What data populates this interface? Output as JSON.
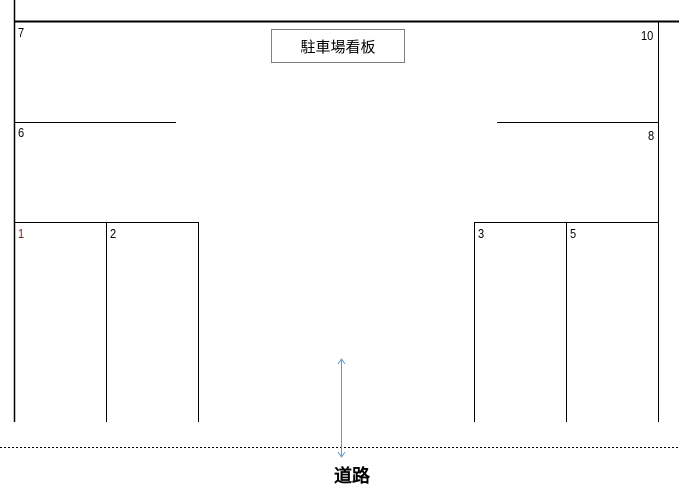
{
  "sign_label": "駐車場看板",
  "road_label": "道路",
  "spaces": [
    "1",
    "2",
    "3",
    "5",
    "6",
    "7",
    "8",
    "10"
  ],
  "colors": {
    "lines": "#000000",
    "arrow": "#5b9bd5",
    "sign_border": "#808080",
    "space_1_label": "#7a1f1f"
  }
}
